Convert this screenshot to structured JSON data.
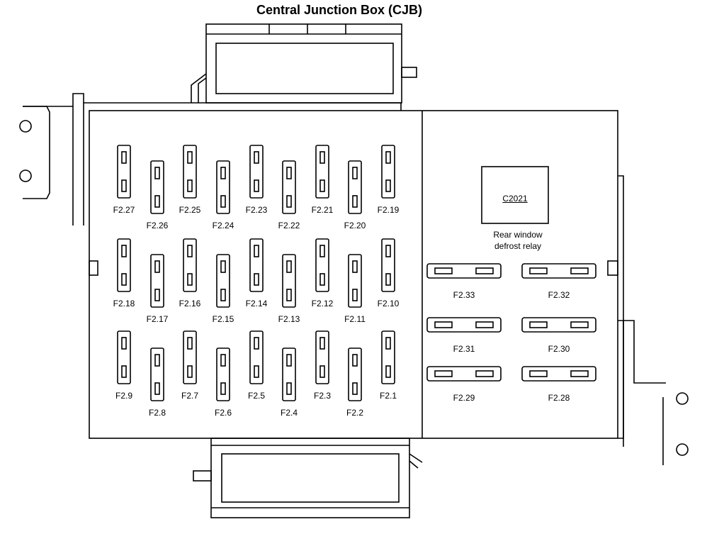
{
  "title": "Central Junction Box (CJB)",
  "relay": {
    "code": "C2021",
    "name_line1": "Rear window",
    "name_line2": "defrost relay"
  },
  "vertical_fuses": [
    "F2.27",
    "F2.26",
    "F2.25",
    "F2.24",
    "F2.23",
    "F2.22",
    "F2.21",
    "F2.20",
    "F2.19",
    "F2.18",
    "F2.17",
    "F2.16",
    "F2.15",
    "F2.14",
    "F2.13",
    "F2.12",
    "F2.11",
    "F2.10",
    "F2.9",
    "F2.8",
    "F2.7",
    "F2.6",
    "F2.5",
    "F2.4",
    "F2.3",
    "F2.2",
    "F2.1"
  ],
  "horizontal_fuses": [
    "F2.33",
    "F2.32",
    "F2.31",
    "F2.30",
    "F2.29",
    "F2.28"
  ]
}
